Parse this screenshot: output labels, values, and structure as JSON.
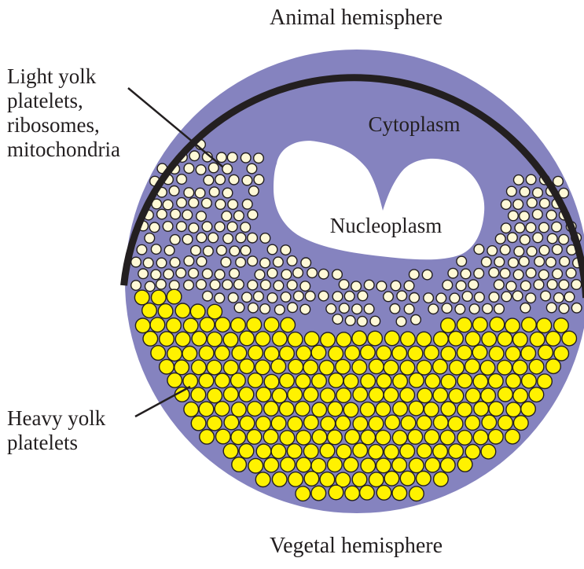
{
  "labels": {
    "top": "Animal hemisphere",
    "bottom": "Vegetal hemisphere",
    "light_yolk": [
      "Light yolk",
      "platelets,",
      "ribosomes,",
      "mitochondria"
    ],
    "heavy_yolk": [
      "Heavy yolk",
      "platelets"
    ],
    "cytoplasm": "Cytoplasm",
    "nucleoplasm": "Nucleoplasm"
  },
  "colors": {
    "cytoplasm": "#8583bf",
    "light_yolk_fill": "#fff9d7",
    "heavy_yolk_fill": "#fff200",
    "outline": "#231f20",
    "nucleus": "#ffffff"
  }
}
